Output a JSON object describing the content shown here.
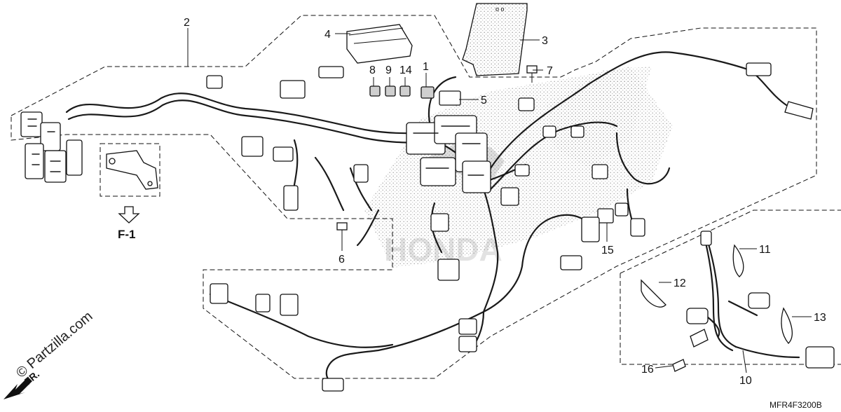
{
  "diagram": {
    "drawing_code": "MFR4F3200B",
    "watermark": "© Partzilla.com",
    "front_marker": "FR.",
    "figure_ref": "F-1",
    "callouts": [
      "1",
      "2",
      "3",
      "4",
      "5",
      "6",
      "7",
      "8",
      "9",
      "10",
      "11",
      "12",
      "13",
      "14",
      "15",
      "16"
    ]
  },
  "colors": {
    "line": "#111111",
    "background": "#ffffff",
    "stipple": "#bdbdbd"
  },
  "icons": {
    "front_arrow": "arrow-down-left-icon",
    "ref_arrow": "hollow-down-arrow-icon"
  }
}
